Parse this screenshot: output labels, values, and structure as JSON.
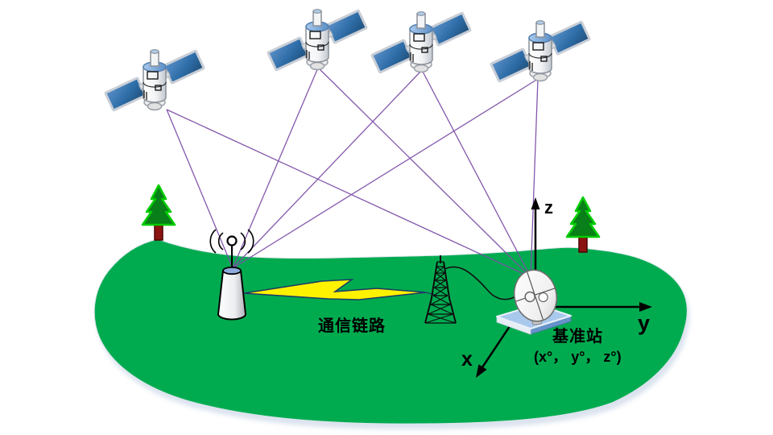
{
  "labels": {
    "comm_link": "通信链路",
    "base_station": "基准站",
    "base_station_coords": "(x°， y°， z°)",
    "axis_x": "x",
    "axis_y": "y",
    "axis_z": "z"
  },
  "colors": {
    "ground_green": "#00AB50",
    "signal_line_purple": "#7E4FA8",
    "lightning_yellow": "#FFF200",
    "lightning_outline": "#1F3864",
    "solar_panel_blue": "#2E6DA8",
    "platform_blue": "#A9C9EC",
    "tree_fill_green": "#087F19",
    "tree_outline_green": "#00CC00",
    "tree_trunk_red": "#8B1412",
    "axis_black": "#000000"
  },
  "scene": {
    "satellite_count": 4,
    "signal_line_count": 8,
    "tree_count": 2,
    "stations": [
      "rover-antenna",
      "lattice-tower",
      "base-station-dish"
    ]
  }
}
